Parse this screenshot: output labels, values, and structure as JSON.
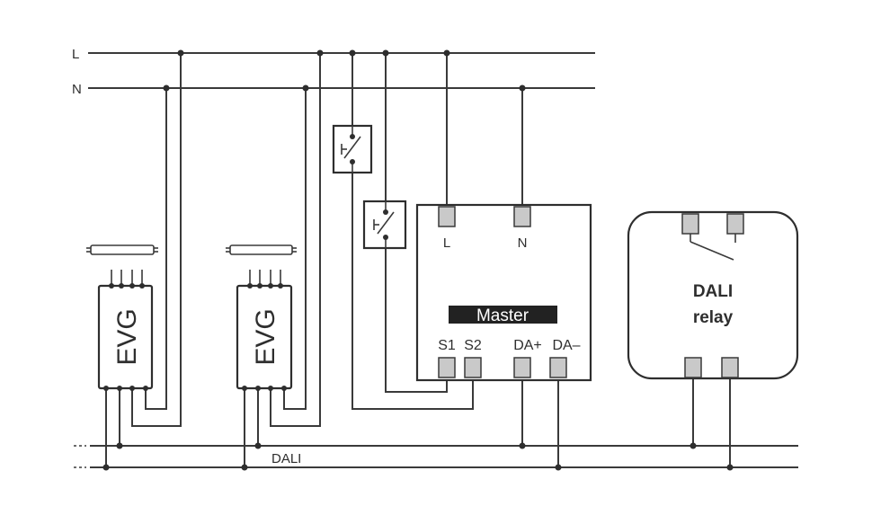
{
  "lines": {
    "l_label": "L",
    "n_label": "N",
    "dali_label": "DALI"
  },
  "ballasts": [
    {
      "label": "EVG"
    },
    {
      "label": "EVG"
    }
  ],
  "master": {
    "title": "Master",
    "terminals": {
      "l": "L",
      "n": "N",
      "s1": "S1",
      "s2": "S2",
      "da_plus": "DA+",
      "da_minus": "DA–"
    }
  },
  "relay": {
    "line1": "DALI",
    "line2": "relay"
  }
}
